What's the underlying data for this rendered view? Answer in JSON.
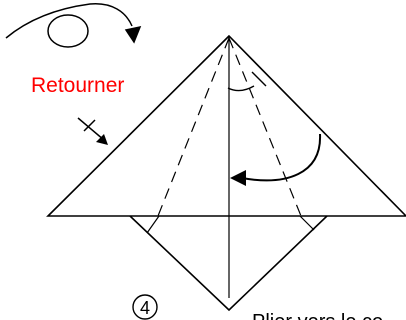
{
  "labels": {
    "turn_over": "Retourner",
    "step_number": "4",
    "instruction": "Plier vers le co"
  },
  "colors": {
    "turn_over": "#ff0000",
    "line": "#000000",
    "background": "#ffffff"
  },
  "icons": {
    "flip": "turn-over-arrow-icon",
    "fold_arrow": "curved-fold-arrow-icon",
    "angle": "angle-arc-icon",
    "crease_marker": "crease-marker-icon"
  }
}
